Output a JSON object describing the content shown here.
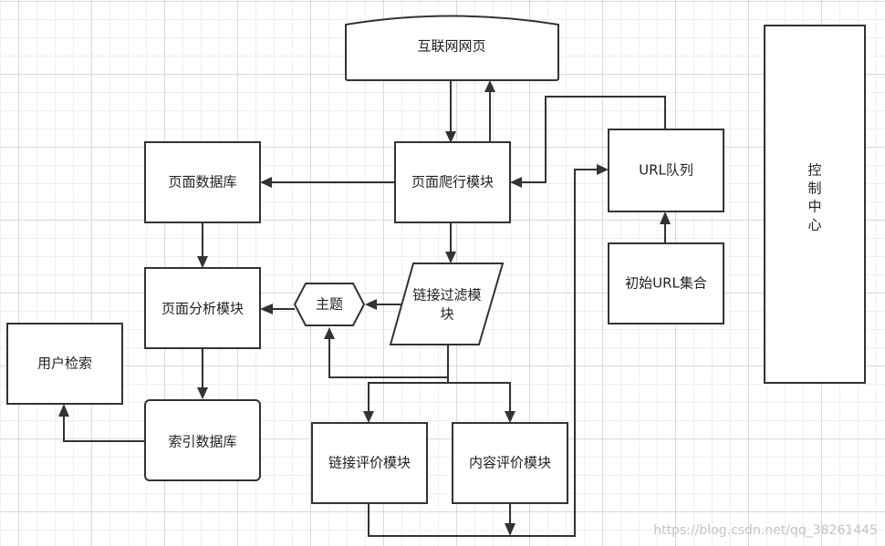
{
  "nodes": {
    "internet": "互联网网页",
    "crawler": "页面爬行模块",
    "page_db": "页面数据库",
    "url_queue": "URL队列",
    "control_center": [
      "控",
      "制",
      "中",
      "心"
    ],
    "page_analysis": "页面分析模块",
    "topic": "主题",
    "link_filter": [
      "链接过滤模",
      "块"
    ],
    "seed_urls": "初始URL集合",
    "user_search": "用户检索",
    "index_db": "索引数据库",
    "link_eval": "链接评价模块",
    "content_eval": "内容评价模块"
  },
  "watermark": "https://blog.csdn.net/qq_38261445"
}
